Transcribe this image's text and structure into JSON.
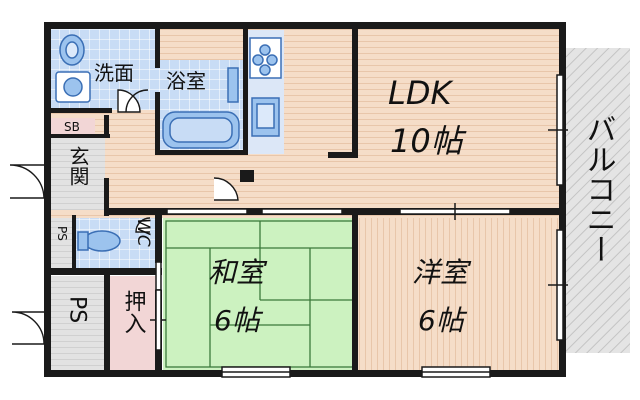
{
  "rooms": {
    "ldk": {
      "name": "LDK",
      "size": "10帖"
    },
    "washitsu": {
      "name": "和室",
      "size": "6帖"
    },
    "youshitsu": {
      "name": "洋室",
      "size": "6帖"
    },
    "senmen": {
      "name": "洗面"
    },
    "yokushitsu": {
      "name": "浴室"
    },
    "genkan": {
      "name": "玄関"
    },
    "sb": {
      "name": "SB"
    },
    "ps_upper": {
      "name": "PS"
    },
    "ps_lower": {
      "name": "PS"
    },
    "wc": {
      "name": "WC"
    },
    "oshiire": {
      "name": "押入"
    },
    "balcony": {
      "name": "バルコニー"
    }
  },
  "colors": {
    "wall": "#1a1a1a",
    "wood_floor": "#f5ddc8",
    "wood_line": "#e3bfa2",
    "tatami": "#ccf2c0",
    "tatami_line": "#3b7a3b",
    "tile": "#c8dcf5",
    "tile_line": "#ffffff",
    "gray_floor": "#dedede",
    "closet": "#f2d6d6",
    "balcony": "#d9d9d9",
    "fixture": "#5b8fd6"
  }
}
